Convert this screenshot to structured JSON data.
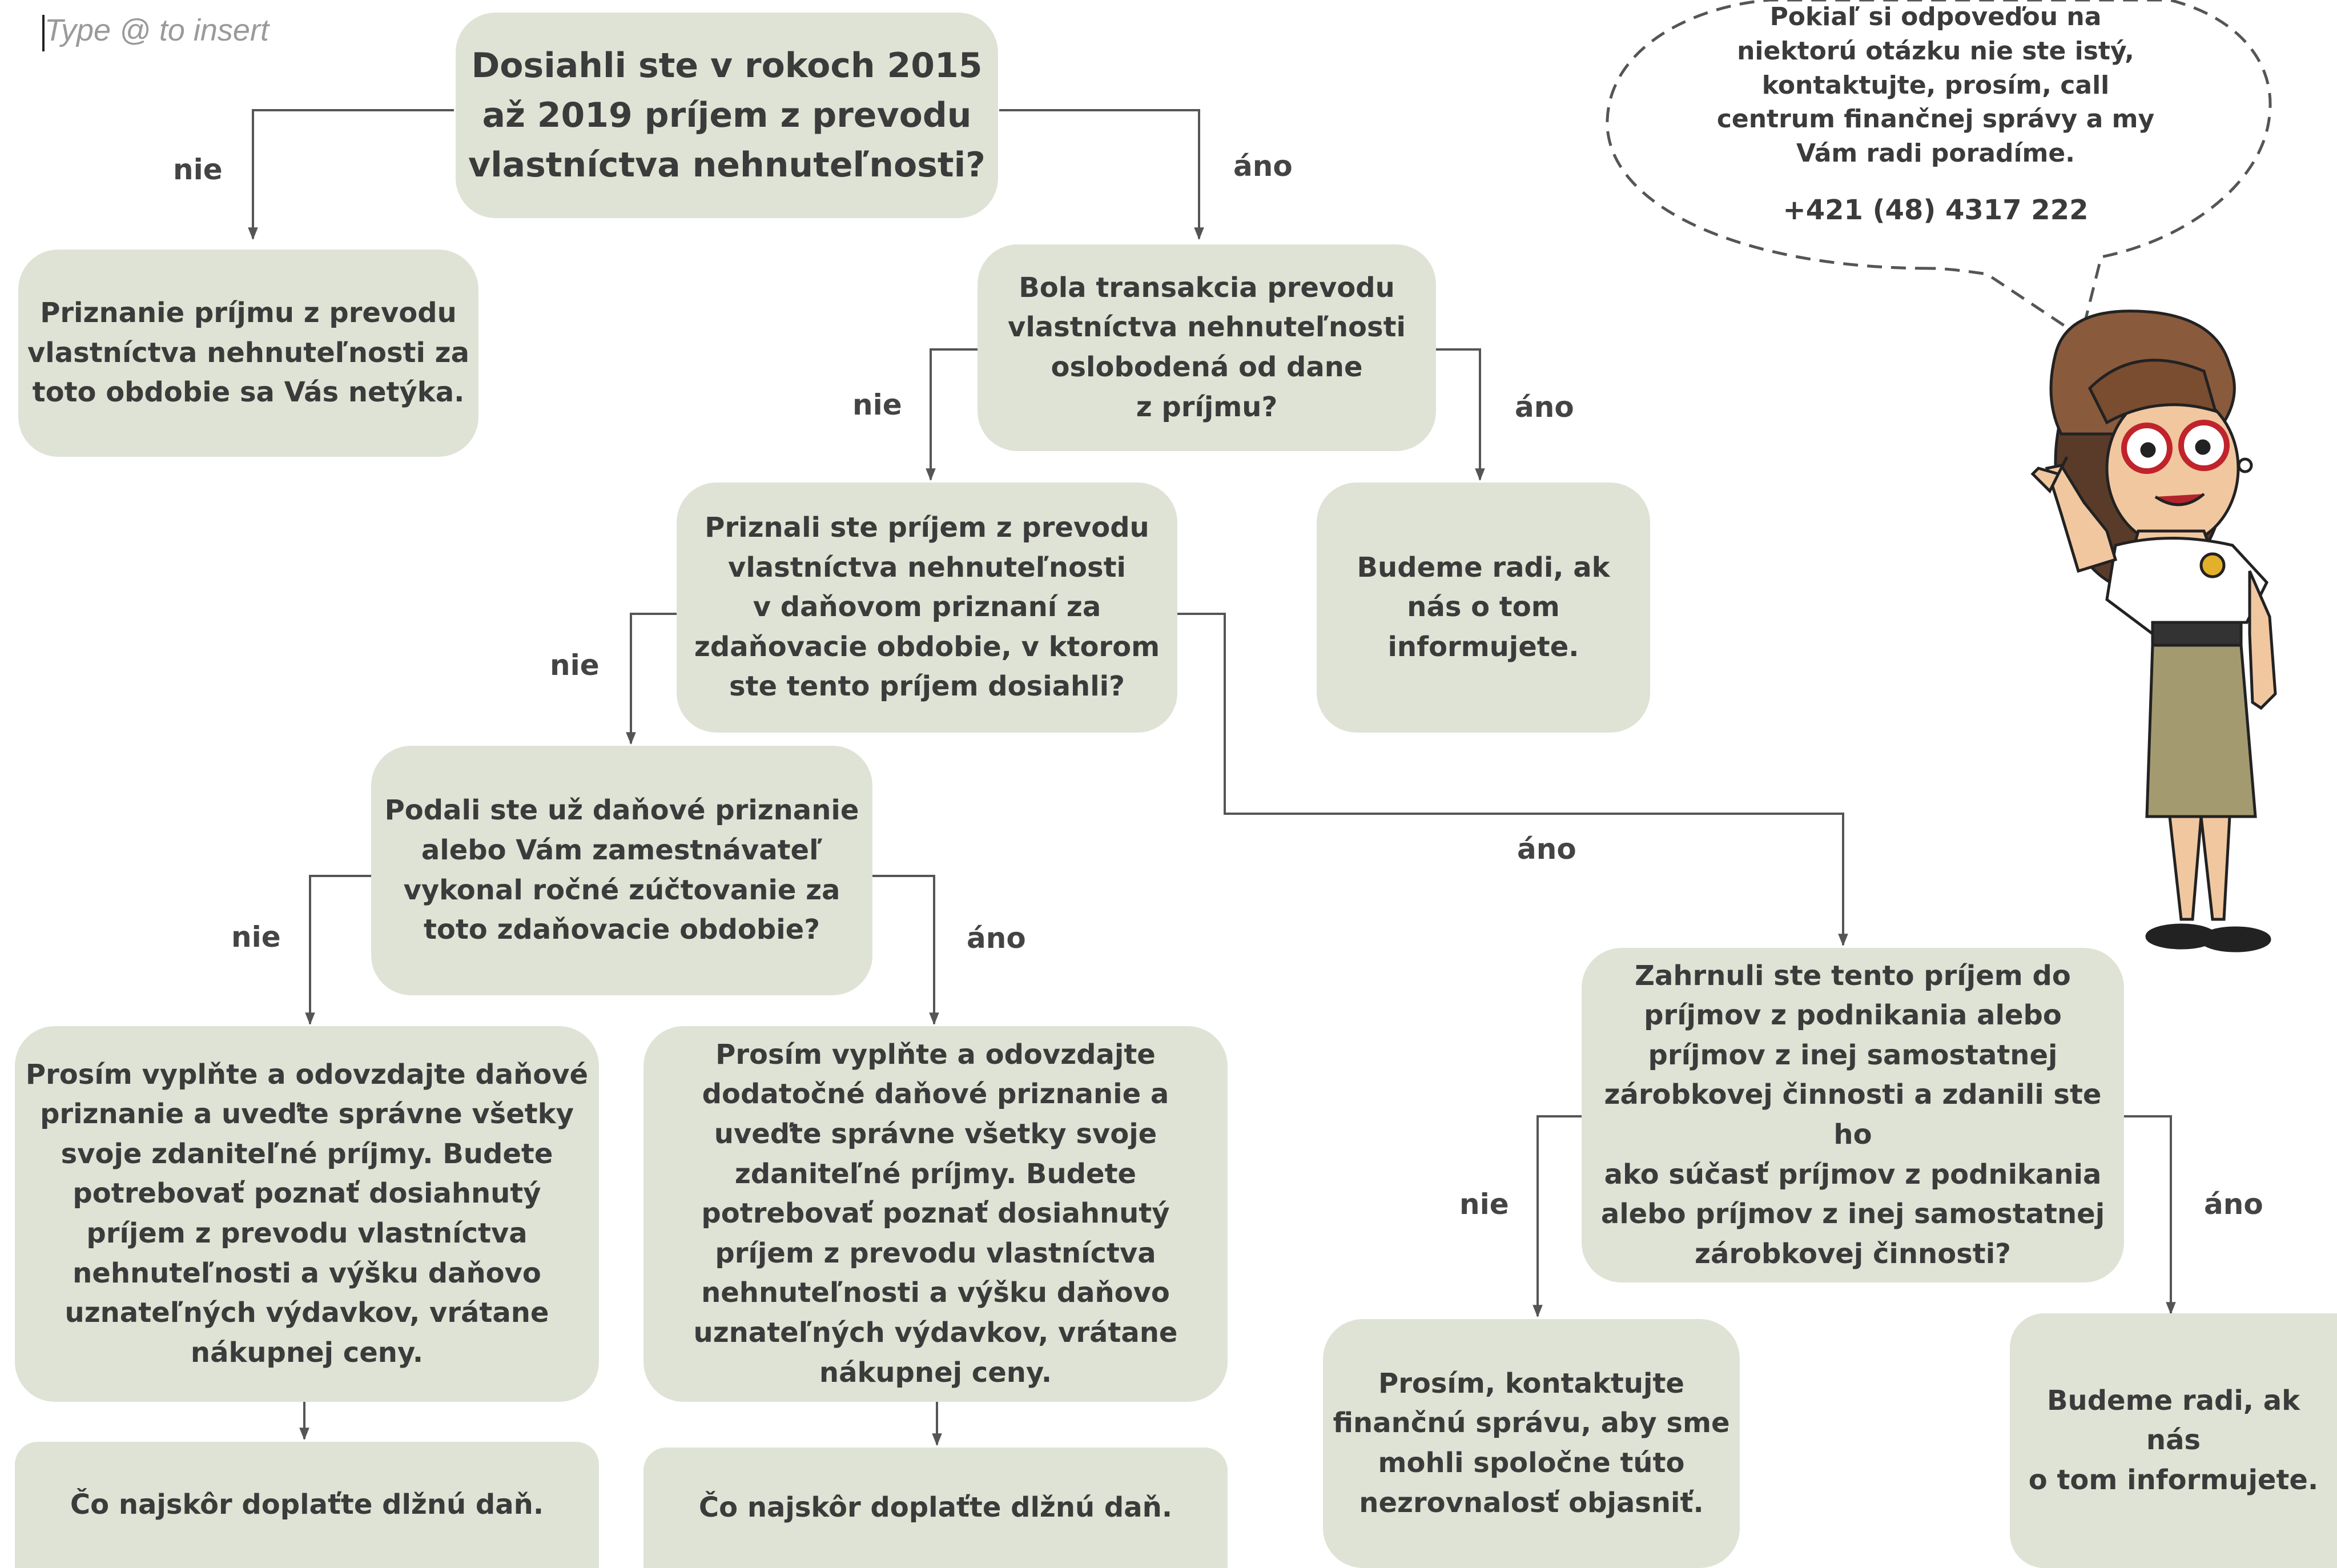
{
  "editor": {
    "placeholder": "Type @ to insert"
  },
  "nodes": {
    "q_income": "Dosiahli ste v rokoch 2015\naž 2019 príjem z prevodu\nvlastníctva nehnuteľnosti?",
    "not_relevant": "Priznanie príjmu z prevodu\nvlastníctva nehnuteľnosti za\ntoto obdobie sa Vás netýka.",
    "q_exempt": "Bola transakcia prevodu\nvlastníctva nehnuteľnosti\noslobodená od dane\nz príjmu?",
    "inform_us_1": "Budeme radi, ak\nnás o tom\ninformujete.",
    "q_declared": "Priznali ste príjem z prevodu\nvlastníctva nehnuteľnosti\nv daňovom priznaní za\nzdaňovacie obdobie, v ktorom\nste tento príjem dosiahli?",
    "q_filed": "Podali ste už daňové priznanie\nalebo Vám zamestnávateľ\nvykonal ročné zúčtovanie za\ntoto zdaňovacie obdobie?",
    "fill_return": "Prosím vyplňte a odovzdajte daňové\npriznanie a uveďte správne všetky\nsvoje zdaniteľné príjmy. Budete\npotrebovať poznať dosiahnutý\npríjem z prevodu vlastníctva\nnehnuteľnosti a výšku daňovo\nuznateľných výdavkov, vrátane\nnákupnej ceny.",
    "fill_additional": "Prosím vyplňte a odovzdajte\ndodatočné daňové priznanie a\nuveďte správne všetky svoje\nzdaniteľné príjmy. Budete\npotrebovať poznať dosiahnutý\npríjem z prevodu  vlastníctva\nnehnuteľnosti a výšku daňovo\nuznateľných výdavkov, vrátane\nnákupnej ceny.",
    "pay_tax_1": "Čo najskôr doplaťte dlžnú daň.",
    "pay_tax_2": "Čo najskôr doplaťte dlžnú daň.",
    "q_business": "Zahrnuli ste tento príjem do\npríjmov z podnikania alebo\npríjmov z inej samostatnej\nzárobkovej činnosti a zdanili ste ho\nako súčasť príjmov z podnikania\nalebo príjmov z inej samostatnej\nzárobkovej činnosti?",
    "contact_office": "Prosím, kontaktujte\nfinančnú správu, aby sme\nmohli spoločne túto\nnezrovnalosť objasniť.",
    "inform_us_2": "Budeme radi, ak\nnás\no tom informujete."
  },
  "labels": {
    "no": "nie",
    "yes": "áno"
  },
  "bubble": {
    "text": "Pokiaľ si odpoveďou na\nniektorú otázku nie ste istý,\nkontaktujte, prosím, call\ncentrum finančnej správy a my\nVám radi poradíme.",
    "phone": "+421 (48) 4317 222"
  },
  "colors": {
    "node_fill": "#dfe3d5",
    "line": "#555555",
    "text": "#3b3b3b"
  }
}
